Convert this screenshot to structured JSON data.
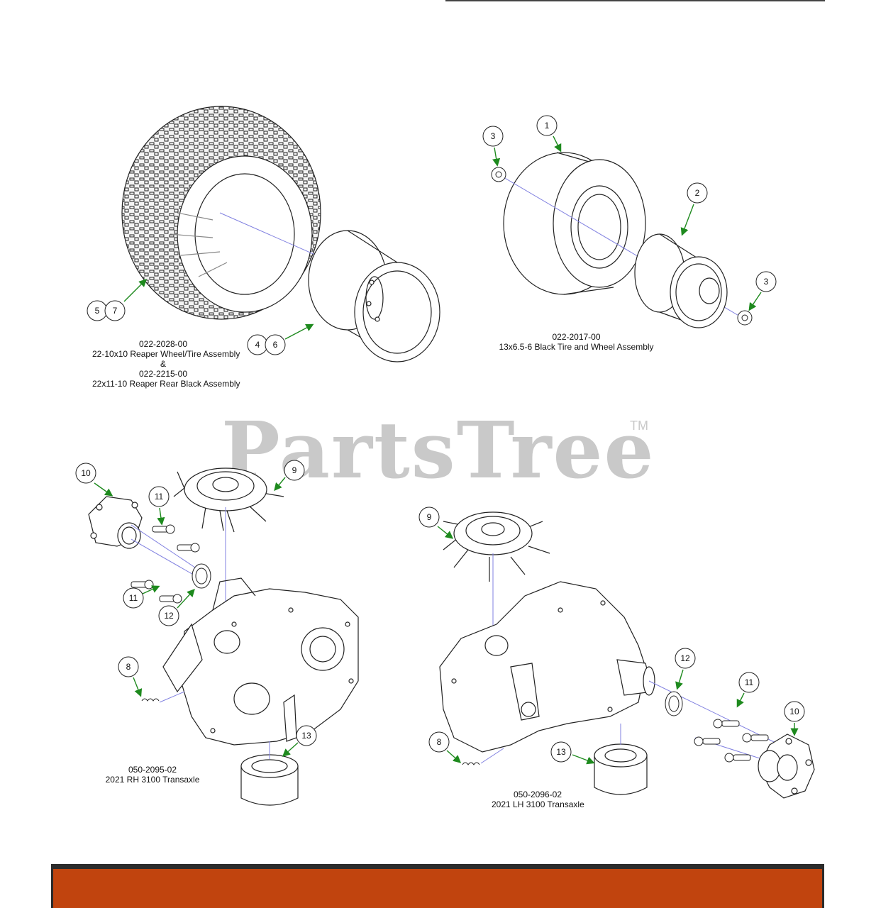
{
  "watermark": {
    "text": "PartsTree",
    "tm": "TM"
  },
  "assemblies": [
    {
      "part_no": "022-2028-00",
      "description": "22-10x10 Reaper Wheel/Tire Assembly",
      "joiner": "&",
      "part_no_2": "022-2215-00",
      "description_2": "22x11-10 Reaper Rear Black Assembly"
    },
    {
      "part_no": "022-2017-00",
      "description": "13x6.5-6 Black Tire and Wheel Assembly"
    },
    {
      "part_no": "050-2095-02",
      "description": "2021 RH 3100 Transaxle"
    },
    {
      "part_no": "050-2096-02",
      "description": "2021 LH 3100 Transaxle"
    }
  ],
  "callouts": {
    "reaper_tire": [
      "5",
      "7"
    ],
    "reaper_rim": [
      "4",
      "6"
    ],
    "black_tire": "1",
    "black_rim": "2",
    "washer_left": "3",
    "washer_right": "3",
    "rh_hub": "10",
    "rh_fan": "9",
    "rh_bolts_top": "11",
    "rh_bolts_bottom": "11",
    "rh_washer": "12",
    "rh_spring": "8",
    "rh_filter": "13",
    "lh_fan": "9",
    "lh_washer": "12",
    "lh_bolts": "11",
    "lh_hub": "10",
    "lh_spring": "8",
    "lh_filter": "13"
  },
  "colors": {
    "arrow": "#1e8a1e",
    "axis": "#8080e0",
    "line": "#222222",
    "bar": "#c1440e",
    "watermark": "#c9c9c9"
  }
}
